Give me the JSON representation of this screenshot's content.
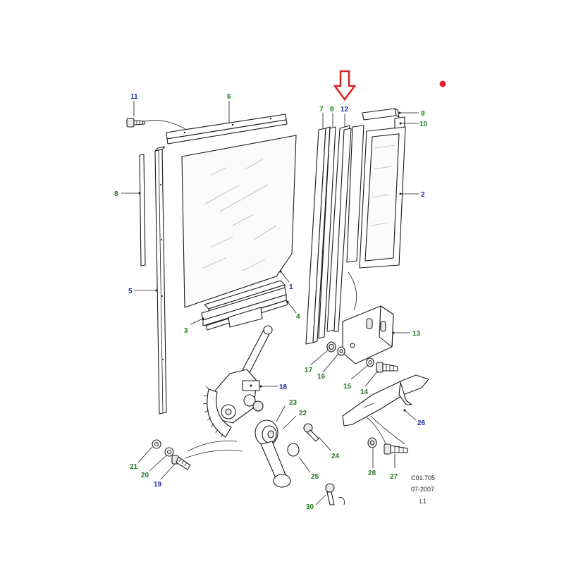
{
  "part_labels": [
    {
      "id": "11",
      "color": "blue"
    },
    {
      "id": "6",
      "color": "green"
    },
    {
      "id": "7",
      "color": "green"
    },
    {
      "id": "8",
      "color": "green"
    },
    {
      "id": "12",
      "color": "blue"
    },
    {
      "id": "9",
      "color": "green"
    },
    {
      "id": "10",
      "color": "green"
    },
    {
      "id": "8",
      "color": "green"
    },
    {
      "id": "2",
      "color": "blue"
    },
    {
      "id": "5",
      "color": "blue"
    },
    {
      "id": "1",
      "color": "blue"
    },
    {
      "id": "4",
      "color": "green"
    },
    {
      "id": "3",
      "color": "green"
    },
    {
      "id": "13",
      "color": "green"
    },
    {
      "id": "17",
      "color": "green"
    },
    {
      "id": "16",
      "color": "green"
    },
    {
      "id": "15",
      "color": "green"
    },
    {
      "id": "14",
      "color": "green"
    },
    {
      "id": "18",
      "color": "blue"
    },
    {
      "id": "23",
      "color": "green"
    },
    {
      "id": "22",
      "color": "green"
    },
    {
      "id": "26",
      "color": "blue"
    },
    {
      "id": "24",
      "color": "green"
    },
    {
      "id": "21",
      "color": "green"
    },
    {
      "id": "20",
      "color": "green"
    },
    {
      "id": "19",
      "color": "blue"
    },
    {
      "id": "25",
      "color": "green"
    },
    {
      "id": "28",
      "color": "green"
    },
    {
      "id": "27",
      "color": "green"
    },
    {
      "id": "30",
      "color": "green"
    }
  ],
  "reference": {
    "code": "C01.705",
    "date": "07-2007",
    "sheet": "L1"
  },
  "colors": {
    "green": "#1e7b1e",
    "blue": "#1d2c9c",
    "arrow": "#d62222",
    "marker_dot": "#e0202a"
  }
}
